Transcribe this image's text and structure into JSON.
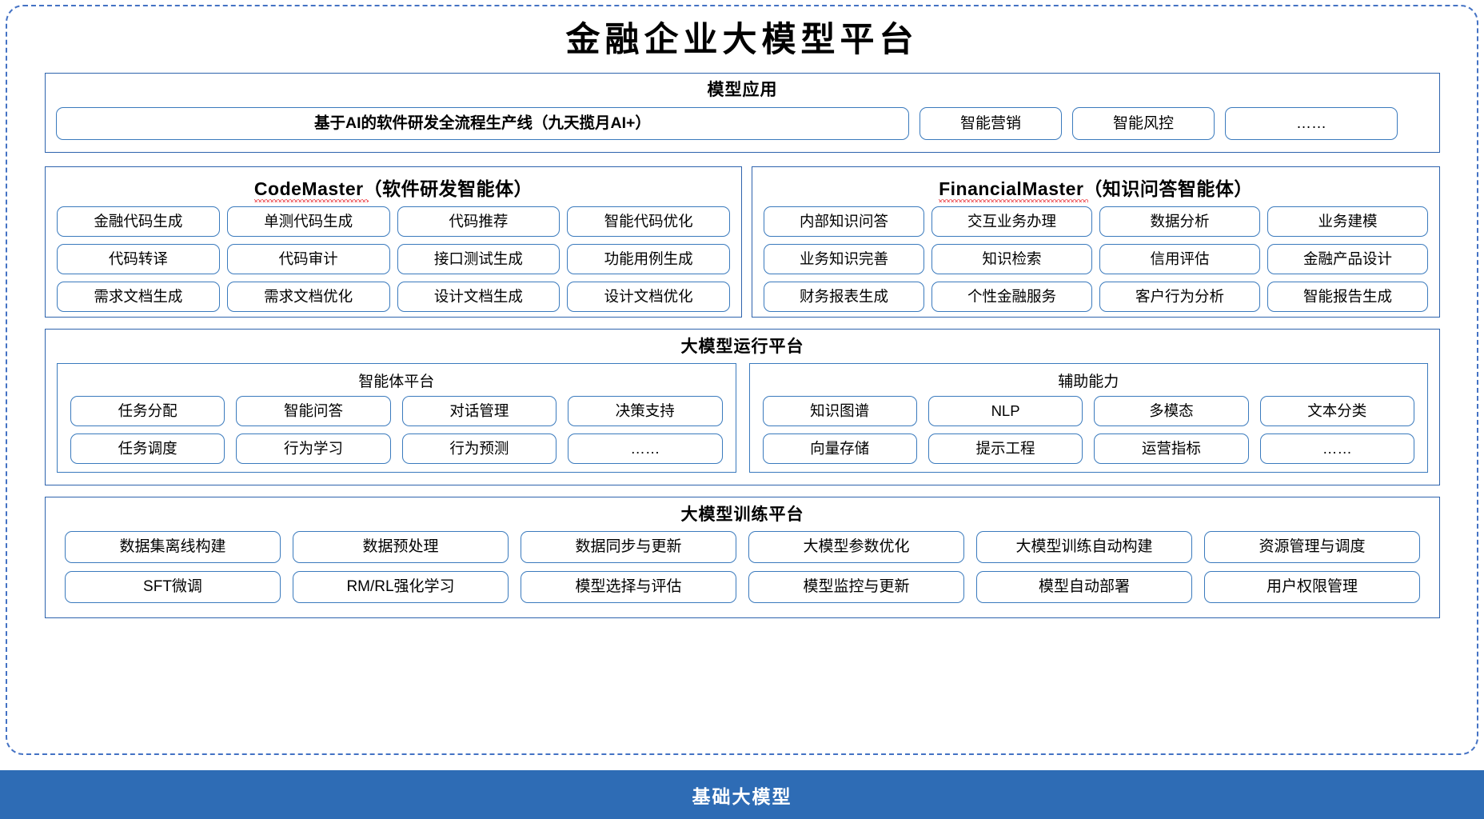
{
  "title": "金融企业大模型平台",
  "theme": {
    "frame_border": "#4472c4",
    "panel_border": "#2e63ad",
    "pill_border": "#3a7abd",
    "footer_bg": "#2e6cb5",
    "spellcheck_underline": "#e8262c"
  },
  "model_application": {
    "title": "模型应用",
    "items": [
      "基于AI的软件研发全流程生产线（九天揽月AI+）",
      "智能营销",
      "智能风控",
      "……"
    ]
  },
  "agents": [
    {
      "name": "CodeMaster",
      "suffix": "（软件研发智能体）",
      "spellcheck": true,
      "items": [
        "金融代码生成",
        "单测代码生成",
        "代码推荐",
        "智能代码优化",
        "代码转译",
        "代码审计",
        "接口测试生成",
        "功能用例生成",
        "需求文档生成",
        "需求文档优化",
        "设计文档生成",
        "设计文档优化"
      ]
    },
    {
      "name": "FinancialMaster",
      "suffix": "（知识问答智能体）",
      "spellcheck": true,
      "items": [
        "内部知识问答",
        "交互业务办理",
        "数据分析",
        "业务建模",
        "业务知识完善",
        "知识检索",
        "信用评估",
        "金融产品设计",
        "财务报表生成",
        "个性金融服务",
        "客户行为分析",
        "智能报告生成"
      ]
    }
  ],
  "run_platform": {
    "title": "大模型运行平台",
    "subpanels": [
      {
        "title": "智能体平台",
        "items": [
          "任务分配",
          "智能问答",
          "对话管理",
          "决策支持",
          "任务调度",
          "行为学习",
          "行为预测",
          "……"
        ]
      },
      {
        "title": "辅助能力",
        "items": [
          "知识图谱",
          "NLP",
          "多模态",
          "文本分类",
          "向量存储",
          "提示工程",
          "运营指标",
          "……"
        ]
      }
    ]
  },
  "train_platform": {
    "title": "大模型训练平台",
    "items": [
      "数据集离线构建",
      "数据预处理",
      "数据同步与更新",
      "大模型参数优化",
      "大模型训练自动构建",
      "资源管理与调度",
      "SFT微调",
      "RM/RL强化学习",
      "模型选择与评估",
      "模型监控与更新",
      "模型自动部署",
      "用户权限管理"
    ]
  },
  "footer": {
    "label": "基础大模型"
  }
}
